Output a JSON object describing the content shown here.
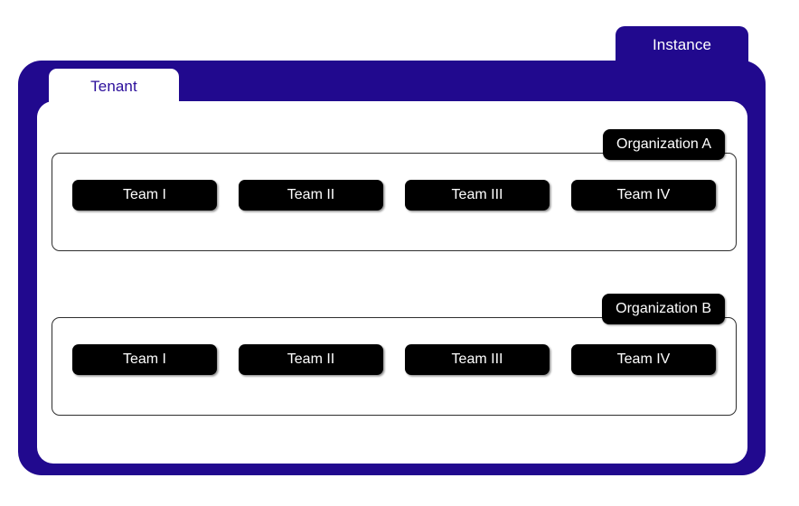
{
  "colors": {
    "navy": "#21098E",
    "tenant_text": "#2B0E9B",
    "black": "#000000",
    "white": "#FFFFFF",
    "panel_border": "#2E2E2E",
    "background": "#FFFFFF"
  },
  "instance": {
    "label": "Instance"
  },
  "tenant": {
    "label": "Tenant"
  },
  "organizations": [
    {
      "label": "Organization A",
      "teams": [
        {
          "label": "Team I"
        },
        {
          "label": "Team II"
        },
        {
          "label": "Team III"
        },
        {
          "label": "Team IV"
        }
      ]
    },
    {
      "label": "Organization B",
      "teams": [
        {
          "label": "Team I"
        },
        {
          "label": "Team II"
        },
        {
          "label": "Team III"
        },
        {
          "label": "Team IV"
        }
      ]
    }
  ]
}
